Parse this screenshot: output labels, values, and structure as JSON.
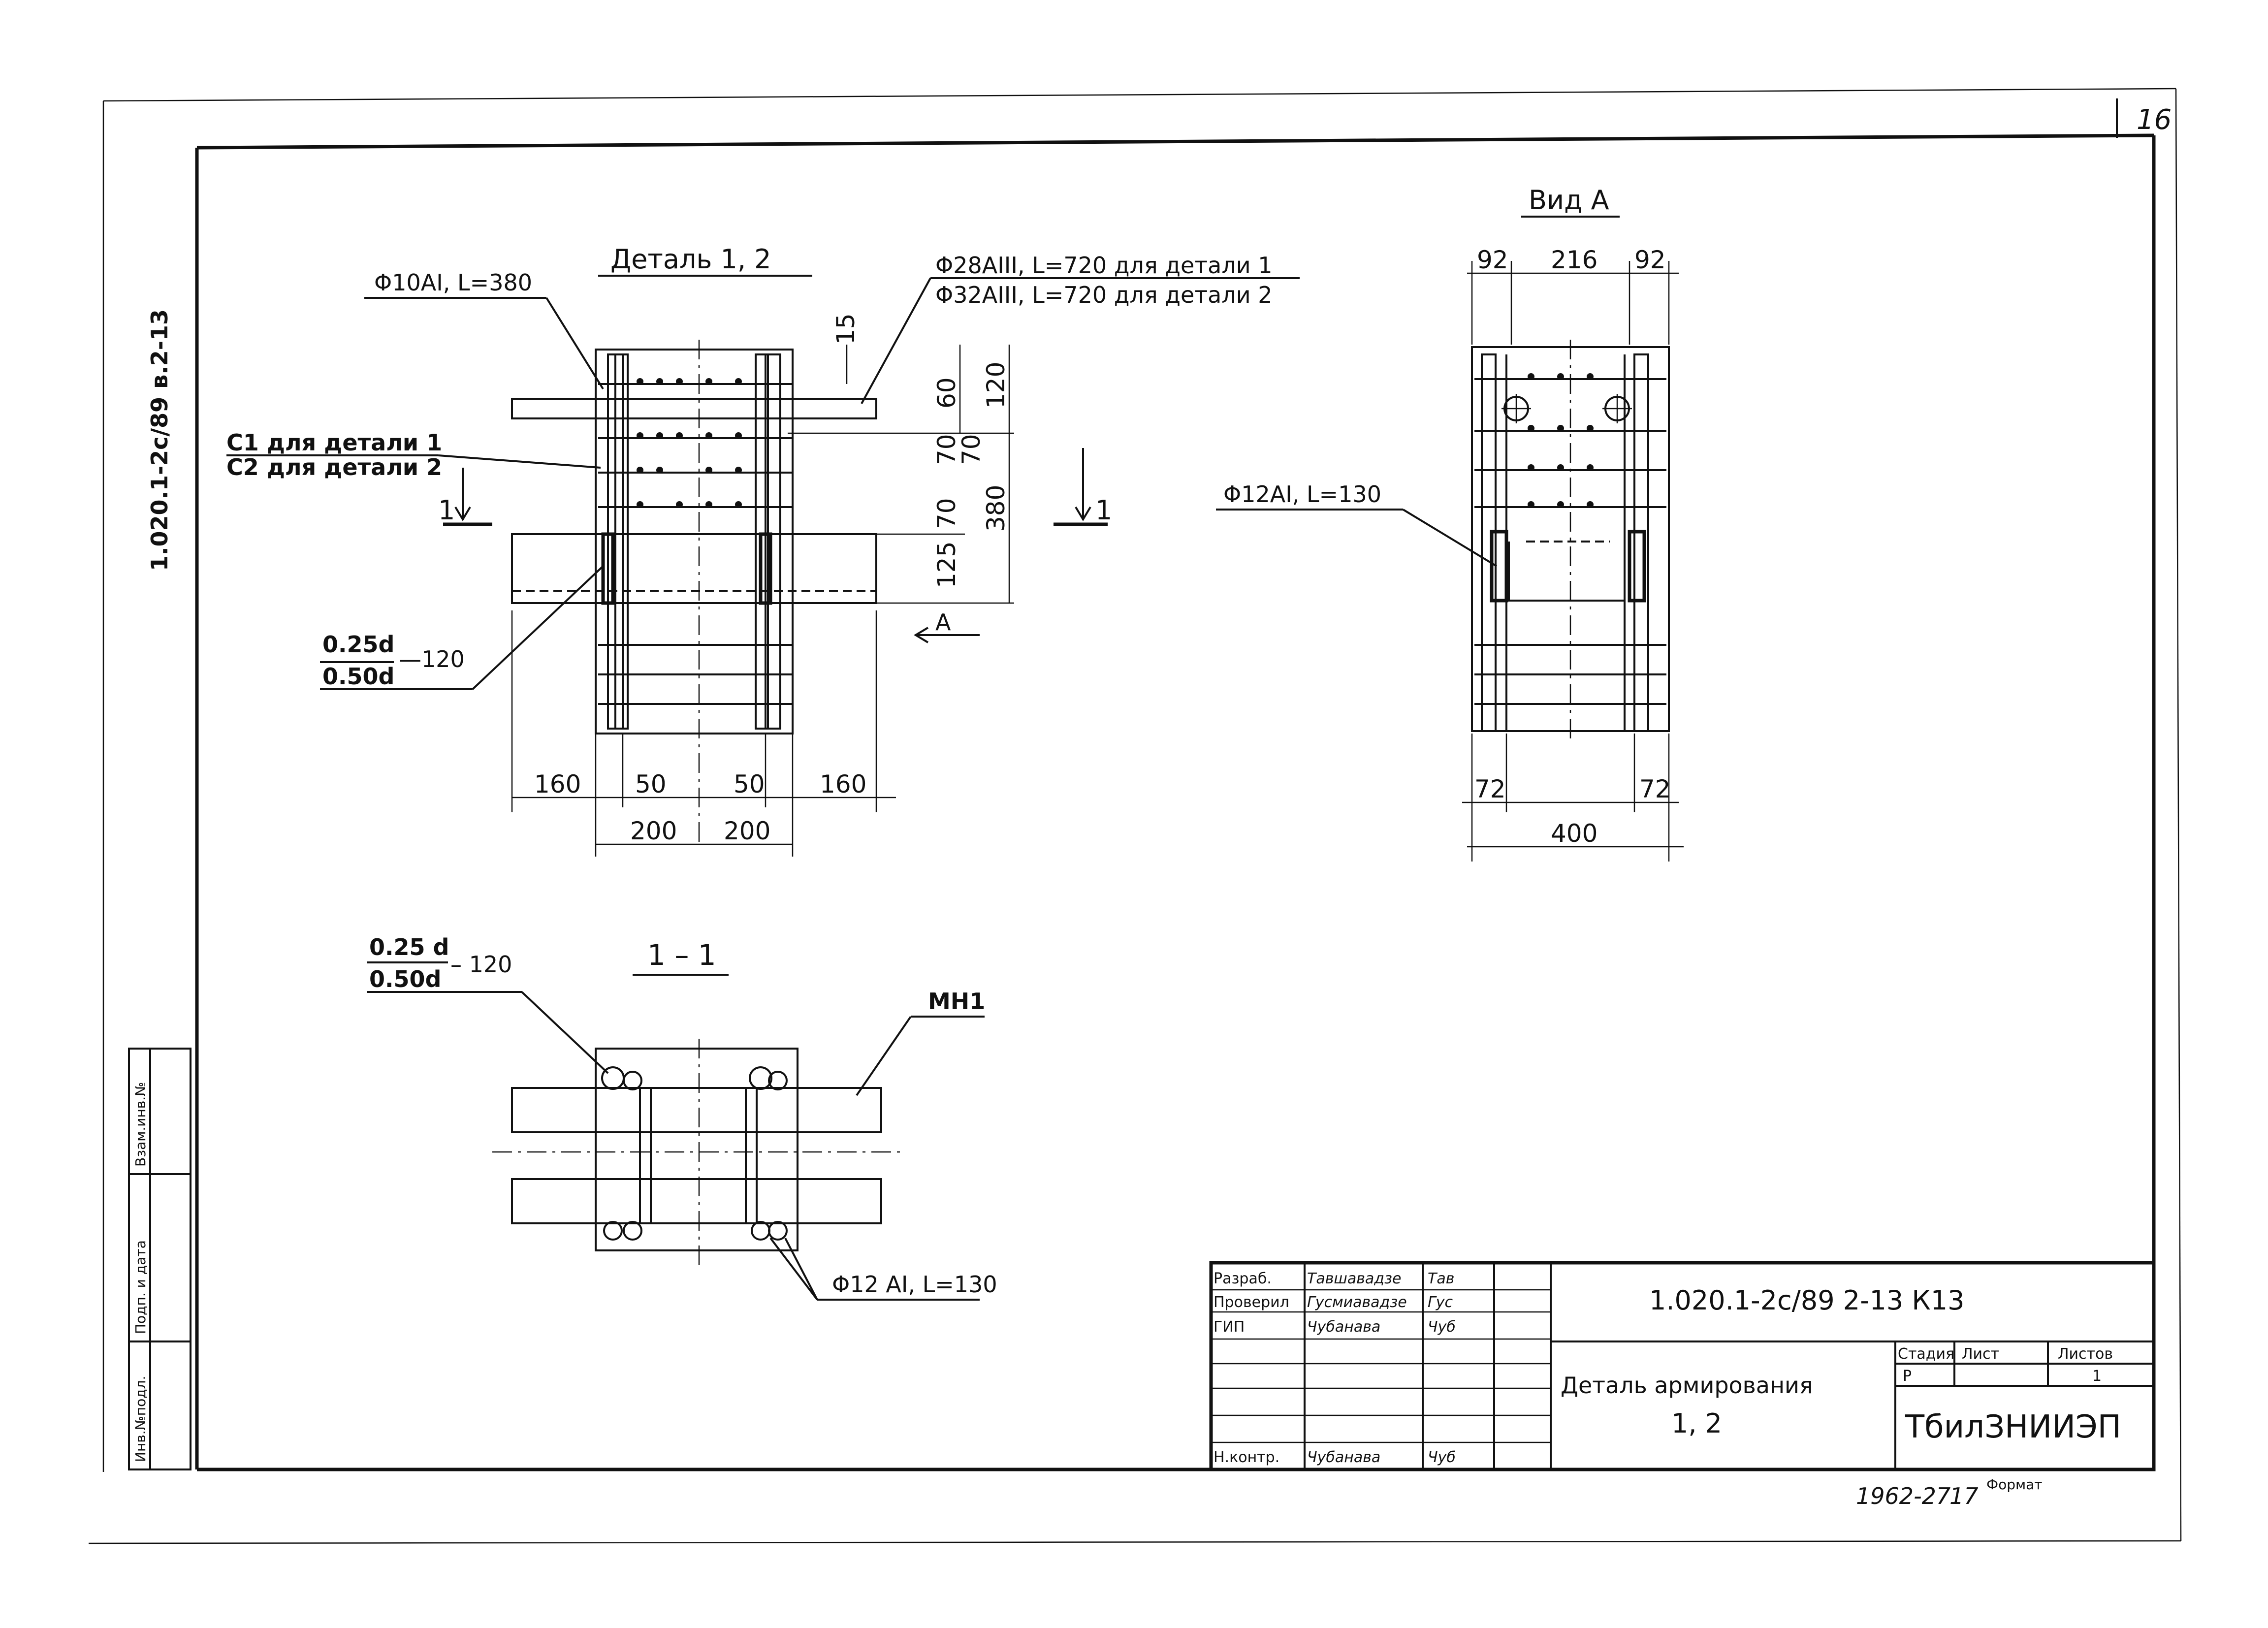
{
  "sheet": {
    "number": "16",
    "side_code": "1.020.1-2с/89 в.2-13"
  },
  "detail12": {
    "title": "Деталь 1, 2",
    "label_rod10": "Φ10AI, L=380",
    "label_rod28": "Φ28AIII, L=720 для детали 1",
    "label_rod32": "Φ32AIII, L=720 для детали 2",
    "label_c1": "С1 для детали 1",
    "label_c2": "С2 для детали 2",
    "weld_top": "0.25d",
    "weld_bottom": "0.50d",
    "weld_len": "—120",
    "section_mark": "1",
    "view_mark": "А",
    "dims": {
      "d15": "15",
      "d60": "60",
      "d120": "120",
      "d70a": "70",
      "d70b": "70",
      "d70c": "70",
      "d125": "125",
      "d380": "380",
      "d160a": "160",
      "d50a": "50",
      "d50b": "50",
      "d160b": "160",
      "d200a": "200",
      "d200b": "200"
    }
  },
  "viewA": {
    "title": "Вид А",
    "d92a": "92",
    "d216": "216",
    "d92b": "92",
    "label_rod12": "Φ12AI, L=130",
    "d72a": "72",
    "d72b": "72",
    "d400": "400"
  },
  "section11": {
    "title": "1 – 1",
    "weld_top": "0.25 d",
    "weld_bottom": "0.50d",
    "weld_len": "– 120",
    "label_mn": "МН1",
    "label_rod12": "Φ12 AI, L=130"
  },
  "side_stamp": [
    "Инв.№подл.",
    "Подп. и дата",
    "Взам.инв.№"
  ],
  "title_block": {
    "roles": [
      "Разраб.",
      "Проверил",
      "ГИП",
      "",
      "",
      "",
      "Н.контр."
    ],
    "names": [
      "Тавшавадзе",
      "Гусмиавадзе",
      "Чубанава",
      "",
      "",
      "",
      "Чубанава"
    ],
    "signs": [
      "Тав",
      "Гус",
      "Чуб",
      "",
      "",
      "",
      "Чуб"
    ],
    "doc_code": "1.020.1-2с/89  2-13   К13",
    "detail_title_1": "Деталь армирования",
    "detail_title_2": "1, 2",
    "stage_label": "Стадия",
    "sheet_label": "Лист",
    "sheets_label": "Листов",
    "stage": "Р",
    "sheet_no": "",
    "sheets_total": "1",
    "org": "ТбилЗНИИЭП"
  },
  "footer": {
    "inv": "1962-27",
    "copy": "17",
    "format": "Формат"
  }
}
